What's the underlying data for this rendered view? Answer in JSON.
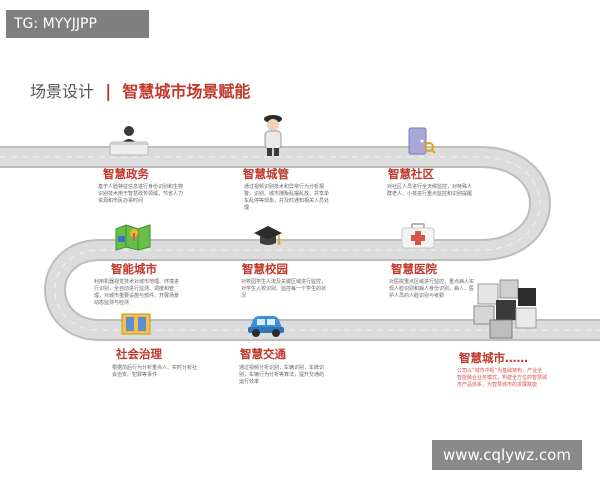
{
  "tag_label": "TG: MYYJJPP",
  "heading": {
    "part1": "场景设计",
    "separator": "|",
    "part2": "智慧城市场景赋能"
  },
  "scenes": [
    {
      "title": "智慧政务",
      "icon": "receptionist-desk-icon",
      "desc": "基于人脸特征信息进行身份识别和生物识别技术用于智慧政务领域，节省人力资源和市民办事时间"
    },
    {
      "title": "智慧城管",
      "icon": "police-officer-icon",
      "desc": "通过视频识别技术和异常行为分析报警，识别、城市摊贩乱摆乱放、共享单车乱停等现象，并及时通知相关人员处理"
    },
    {
      "title": "智慧社区",
      "icon": "door-key-icon",
      "desc": "对社区人员进行全天候监控，对特殊人群老人、小孩进行重点监控和识别提醒"
    },
    {
      "title": "智能城市",
      "icon": "folded-map-icon",
      "desc": "利用机器视觉技术对城市地理、环境进行识别，全自动进行监测、调度和管理，对城市重要设施与部件、开展场景动态监测与检测"
    },
    {
      "title": "智慧校园",
      "icon": "graduation-cap-icon",
      "desc": "对校园学生人流及关键区域进行监控，对学生入校识别、监控每一个学生的状况"
    },
    {
      "title": "智慧医院",
      "icon": "first-aid-kit-icon",
      "desc": "对医院重点区域进行监控，重点病人实现人脸识别和病人身份识别，病人、医护人员的人脸识别与考勤"
    },
    {
      "title": "社会治理",
      "icon": "window-building-icon",
      "desc": "根据前后行为分析重点人、实时分析社会治安、犯罪等事件"
    },
    {
      "title": "智慧交通",
      "icon": "car-icon",
      "desc": "通过视频分析识别，车辆识别，车牌识别，车辆行为分析等算法，提升交通的运行效率"
    },
    {
      "title": "智慧城市……",
      "icon": "cube-cluster-icon",
      "desc": "公司以“城市中枢”为基础架构，产业全智能融合业务模式，构建全方位的智慧城市产品体系，为智慧城市的发展赋能"
    }
  ],
  "watermark": "www.cqlywz.com",
  "colors": {
    "accent": "#c0392b",
    "road_fill": "#d9d9d9",
    "road_edge": "#bdbdbd",
    "tag_bg": "#7f7f7f"
  }
}
